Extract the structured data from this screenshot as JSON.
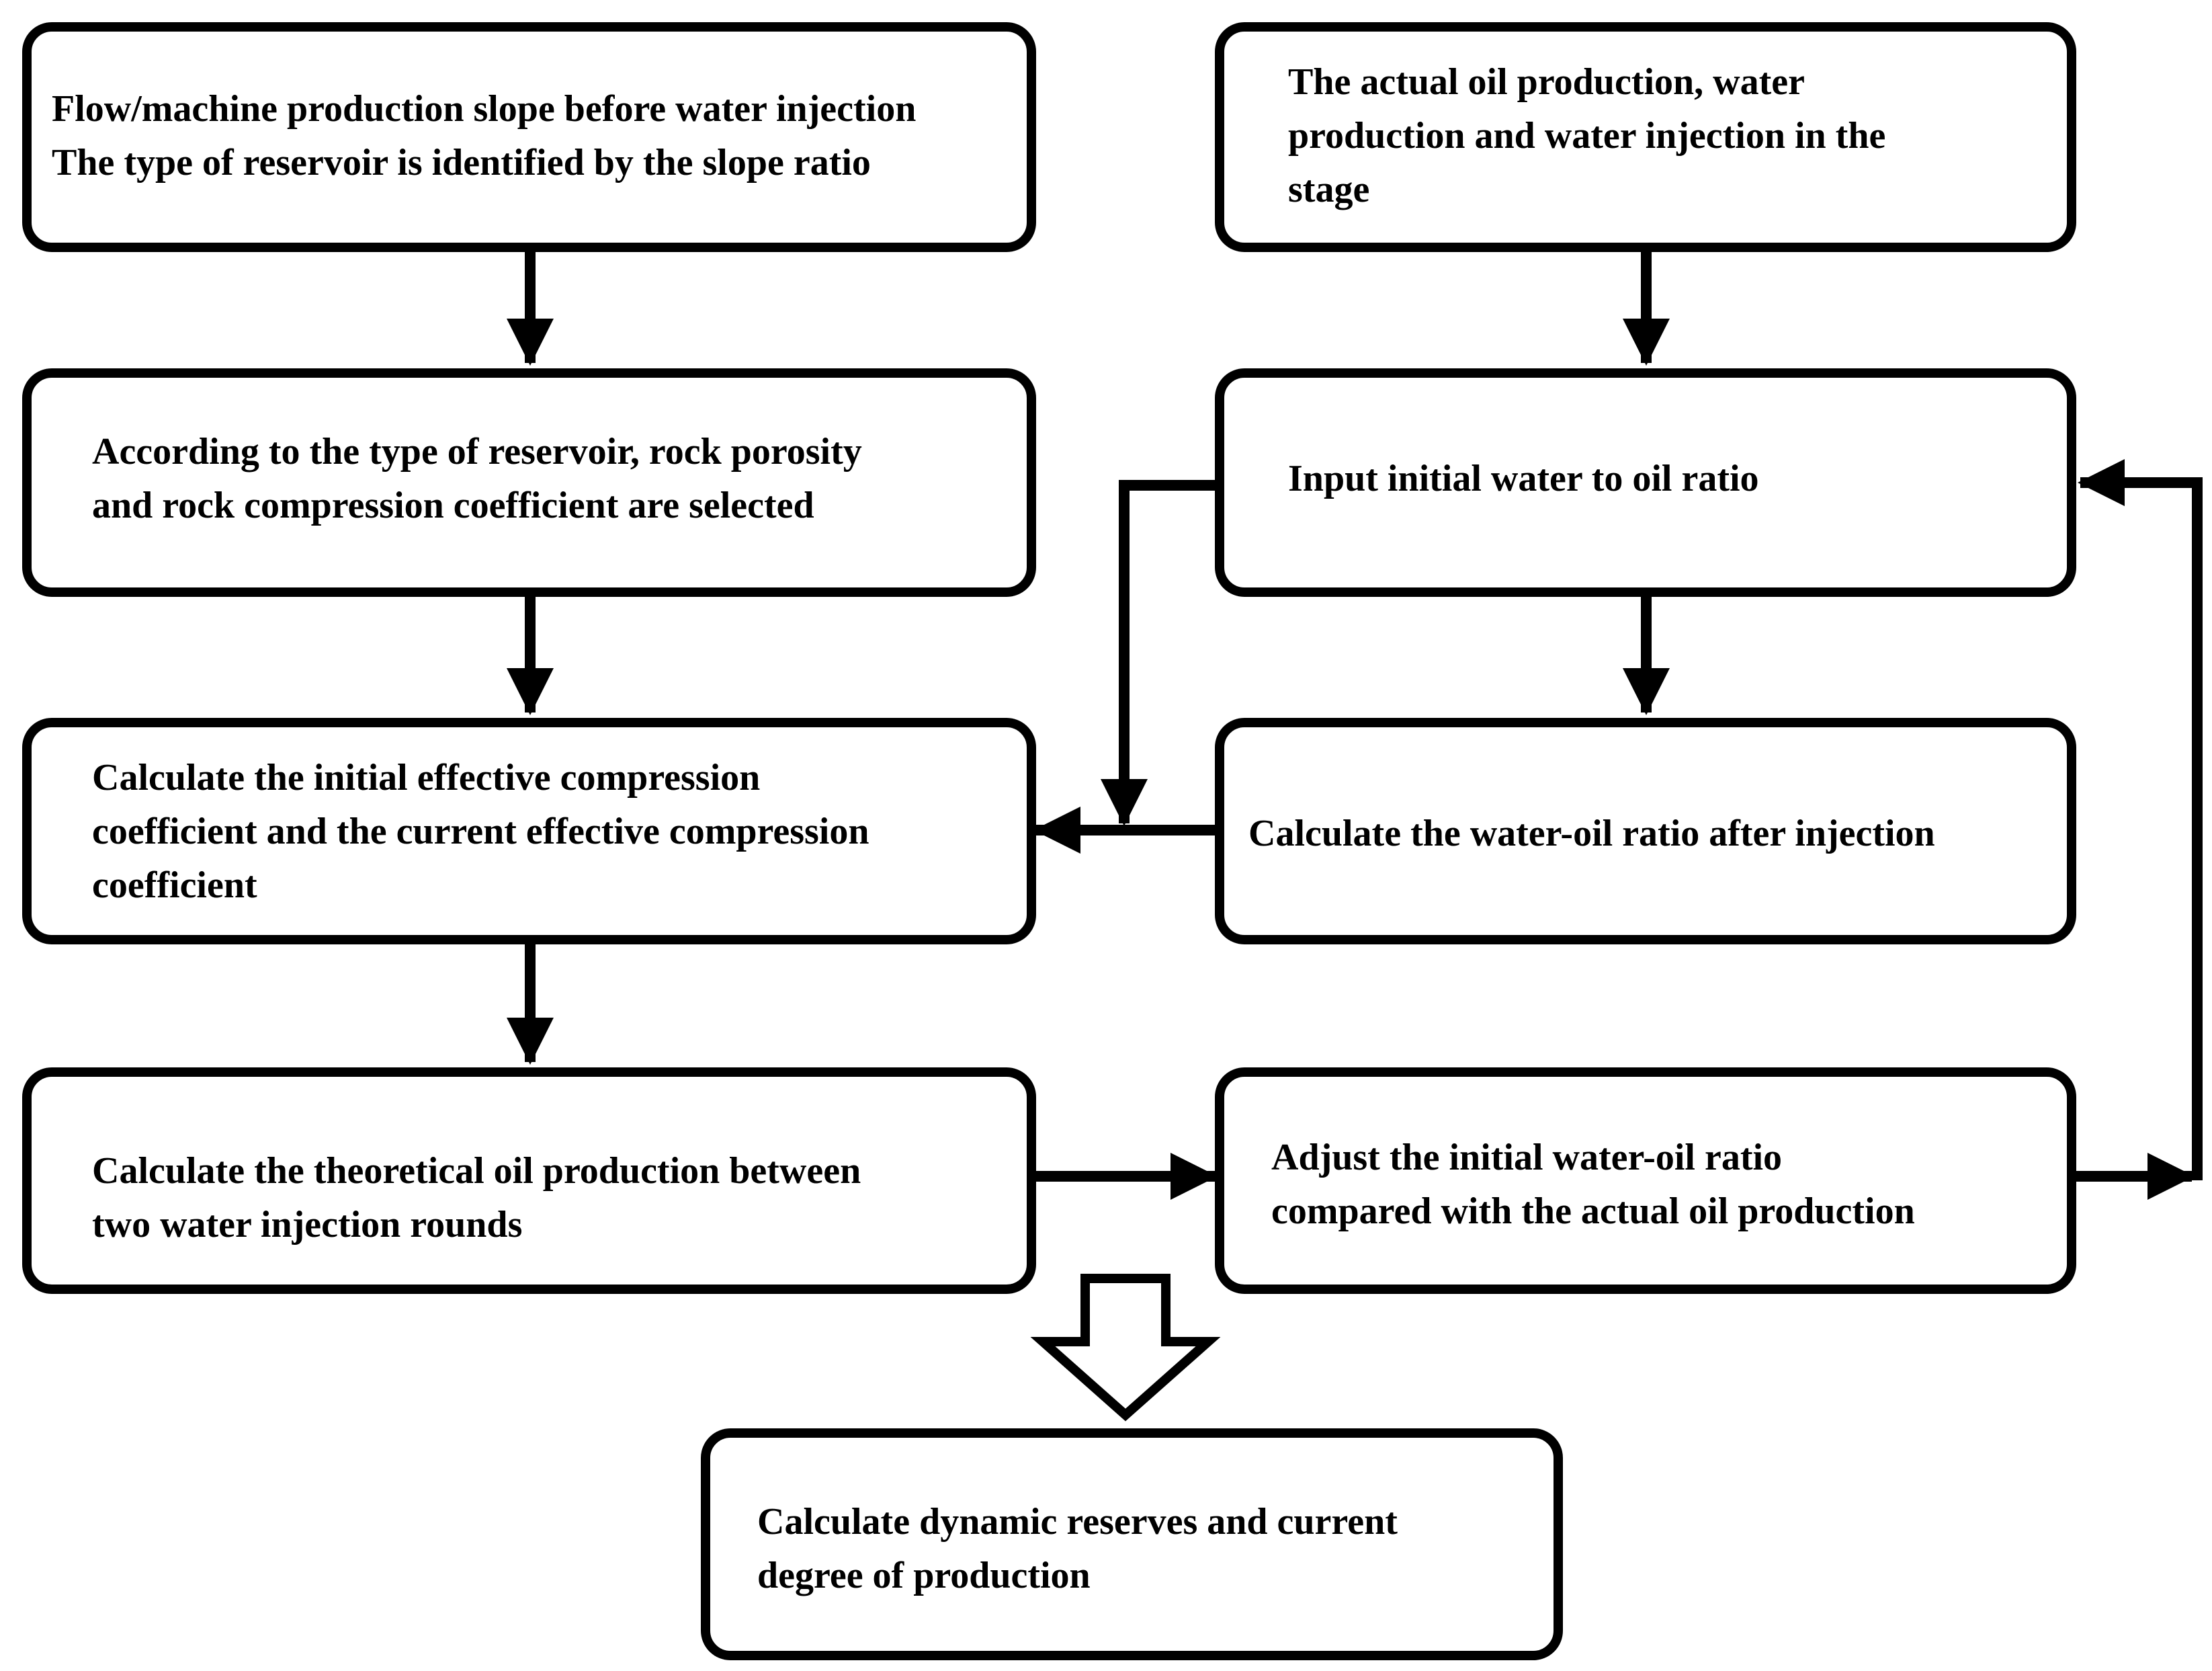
{
  "boxes": {
    "flow_slope": {
      "text": "Flow/machine production slope before water injection\nThe type of reservoir is identified by the slope ratio"
    },
    "select_params": {
      "text": "According to the type of reservoir, rock porosity\nand rock compression coefficient are selected"
    },
    "calc_compression": {
      "text": "Calculate the initial effective compression\ncoefficient and the current effective compression\ncoefficient"
    },
    "calc_theoretical": {
      "text": "Calculate the theoretical oil production between\ntwo water injection rounds"
    },
    "actual_production": {
      "text": "The actual oil production, water\nproduction and water injection in the\nstage"
    },
    "input_ratio": {
      "text": "Input initial water to oil ratio"
    },
    "calc_water_oil": {
      "text": "Calculate the water-oil ratio after injection"
    },
    "adjust_ratio": {
      "text": "Adjust the initial water-oil ratio\ncompared with the actual oil production"
    },
    "dynamic_reserves": {
      "text": "Calculate dynamic reserves and current\ndegree of production"
    }
  },
  "colors": {
    "stroke": "#000000",
    "fill": "#ffffff"
  }
}
